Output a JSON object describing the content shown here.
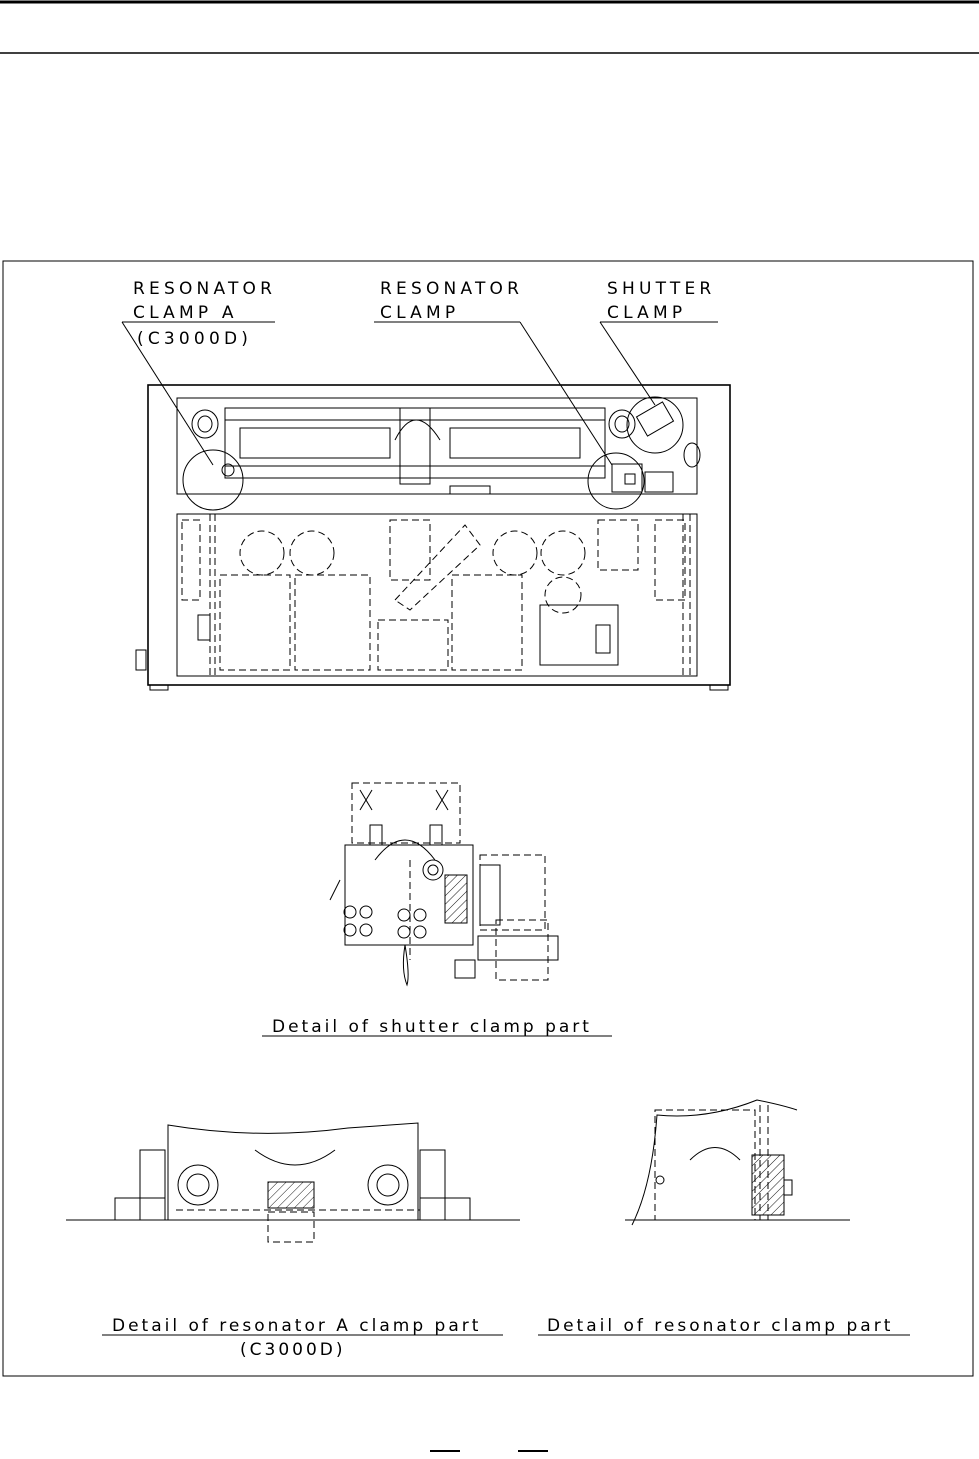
{
  "header": {
    "rule": "top-double-rule"
  },
  "labels": {
    "resonator_clamp_a_line1": "RESONATOR",
    "resonator_clamp_a_line2": "CLAMP A",
    "resonator_clamp_a_line3": "(C3000D)",
    "resonator_clamp_line1": "RESONATOR",
    "resonator_clamp_line2": "CLAMP",
    "shutter_clamp_line1": "SHUTTER",
    "shutter_clamp_line2": "CLAMP"
  },
  "captions": {
    "shutter_detail": "Detail of shutter clamp part",
    "resonator_a_detail": "Detail of resonator A clamp part",
    "resonator_a_model": "(C3000D)",
    "resonator_detail": "Detail of resonator clamp part"
  },
  "footer": {
    "page_marks": "page-number-placeholder"
  }
}
